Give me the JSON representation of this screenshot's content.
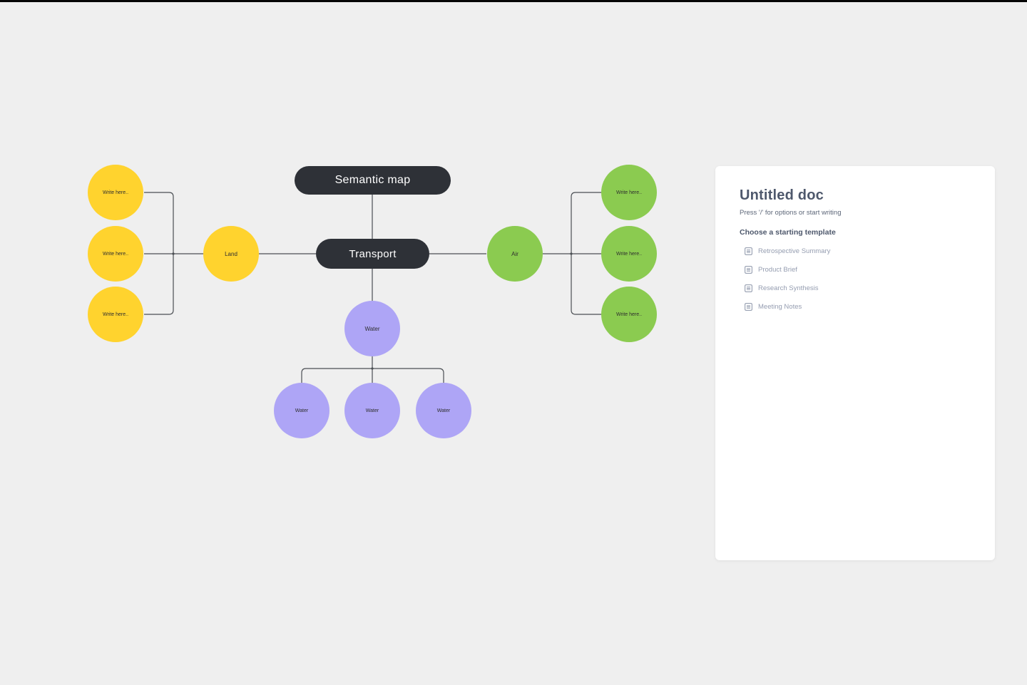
{
  "diagram": {
    "root_label": "Semantic map",
    "center_label": "Transport",
    "land": {
      "hub_label": "Land",
      "leaves": [
        "Write here..",
        "Write here..",
        "Write here.."
      ]
    },
    "air": {
      "hub_label": "Air",
      "leaves": [
        "Write here..",
        "Write here..",
        "Write here.."
      ]
    },
    "water": {
      "hub_label": "Water",
      "leaves": [
        "Water",
        "Water",
        "Water"
      ]
    },
    "colors": {
      "yellow": "#ffd32e",
      "green": "#8bcb50",
      "purple": "#aea5f6",
      "node_dark": "#2e3137",
      "connector": "#4a4e53"
    }
  },
  "doc_panel": {
    "title": "Untitled doc",
    "hint": "Press '/' for options or start writing",
    "templates_heading": "Choose a starting template",
    "templates": [
      "Retrospective Summary",
      "Product Brief",
      "Research Synthesis",
      "Meeting Notes"
    ]
  }
}
